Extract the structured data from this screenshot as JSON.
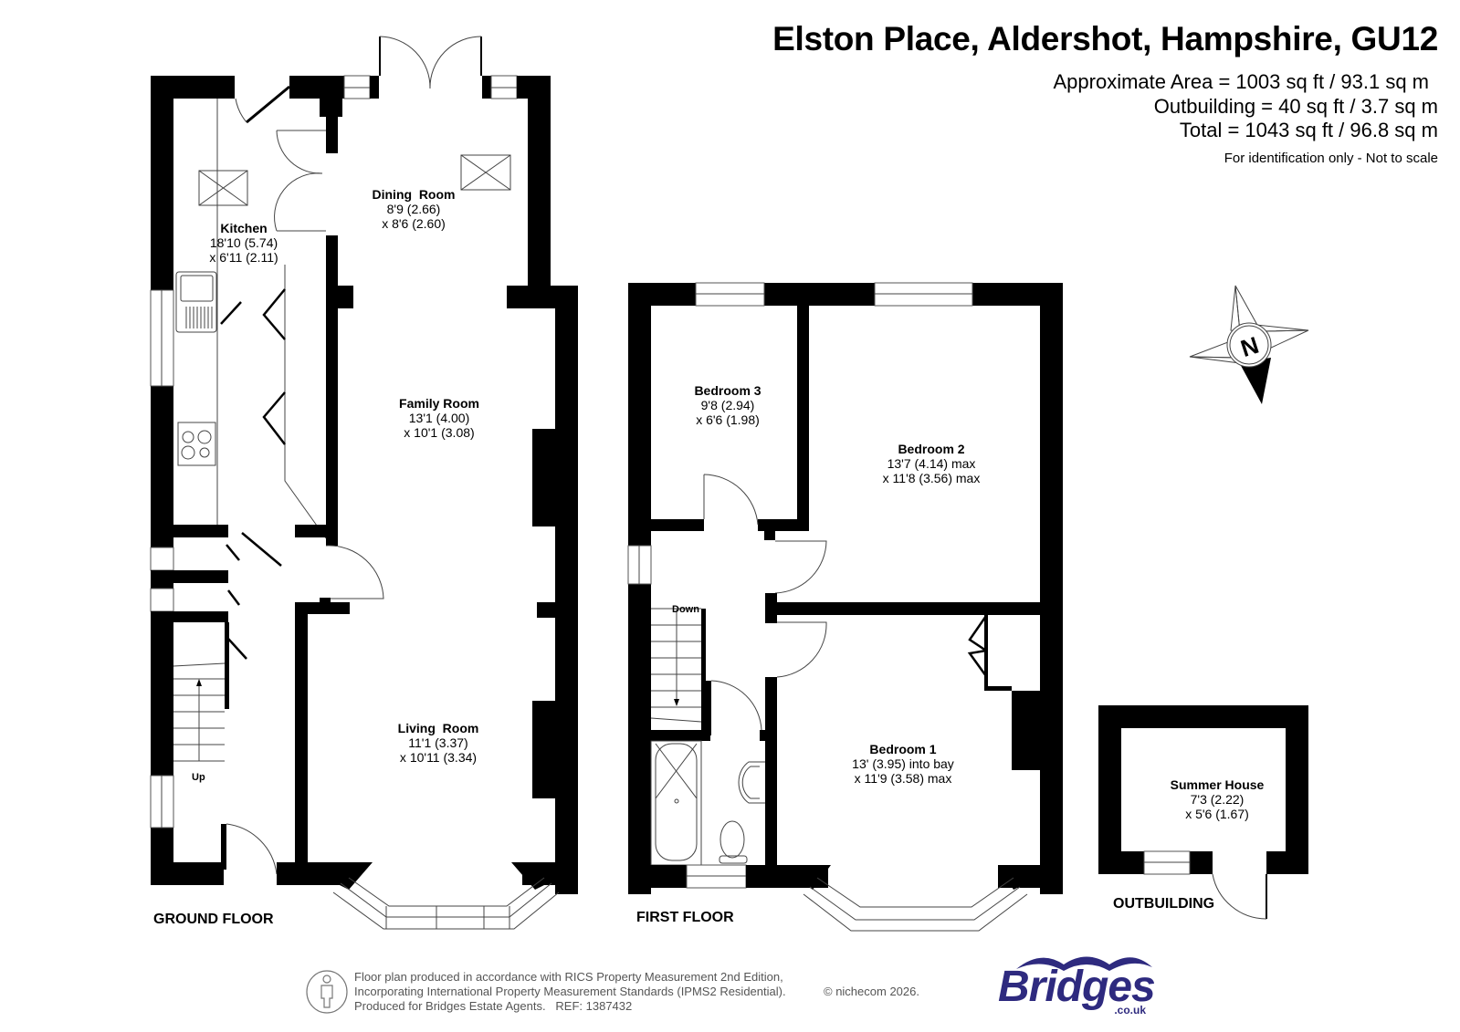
{
  "header": {
    "title": "Elston Place, Aldershot, Hampshire, GU12",
    "approximate_area": "Approximate Area = 1003 sq ft / 93.1 sq m",
    "outbuilding_area": "Outbuilding = 40 sq ft / 3.7 sq m",
    "total_area": "Total = 1043 sq ft / 96.8 sq m",
    "disclaimer": "For identification only - Not to scale"
  },
  "floors": {
    "ground": {
      "label": "GROUND FLOOR",
      "stairs_label": "Up",
      "rooms": [
        {
          "name": "Kitchen",
          "dim1": "18'10 (5.74)",
          "dim2": "x 6'11 (2.11)"
        },
        {
          "name": "Dining  Room",
          "dim1": "8'9 (2.66)",
          "dim2": "x 8'6 (2.60)"
        },
        {
          "name": "Family Room",
          "dim1": "13'1 (4.00)",
          "dim2": "x 10'1 (3.08)"
        },
        {
          "name": "Living  Room",
          "dim1": "11'1 (3.37)",
          "dim2": "x 10'11 (3.34)"
        }
      ]
    },
    "first": {
      "label": "FIRST FLOOR",
      "stairs_label": "Down",
      "rooms": [
        {
          "name": "Bedroom 3",
          "dim1": "9'8 (2.94)",
          "dim2": "x 6'6 (1.98)"
        },
        {
          "name": "Bedroom 2",
          "dim1": "13'7 (4.14) max",
          "dim2": "x 11'8 (3.56) max"
        },
        {
          "name": "Bedroom 1",
          "dim1": "13' (3.95) into bay",
          "dim2": "x 11'9 (3.58) max"
        }
      ]
    },
    "outbuilding": {
      "label": "OUTBUILDING",
      "rooms": [
        {
          "name": "Summer House",
          "dim1": "7'3 (2.22)",
          "dim2": "x 5'6 (1.67)"
        }
      ]
    }
  },
  "compass": {
    "label": "N",
    "icon": "north-compass-icon"
  },
  "footer": {
    "line1": "Floor plan produced in accordance with RICS Property Measurement 2nd Edition,",
    "line2": "Incorporating International Property Measurement Standards (IPMS2 Residential).",
    "line3": "Produced for Bridges Estate Agents.   REF: 1387432",
    "copyright": "© nichecom 2026.",
    "rics_icon": "person-icon"
  },
  "logo": {
    "word": "Bridges",
    "domain": ".co.uk",
    "color": "#2e2a7f"
  }
}
